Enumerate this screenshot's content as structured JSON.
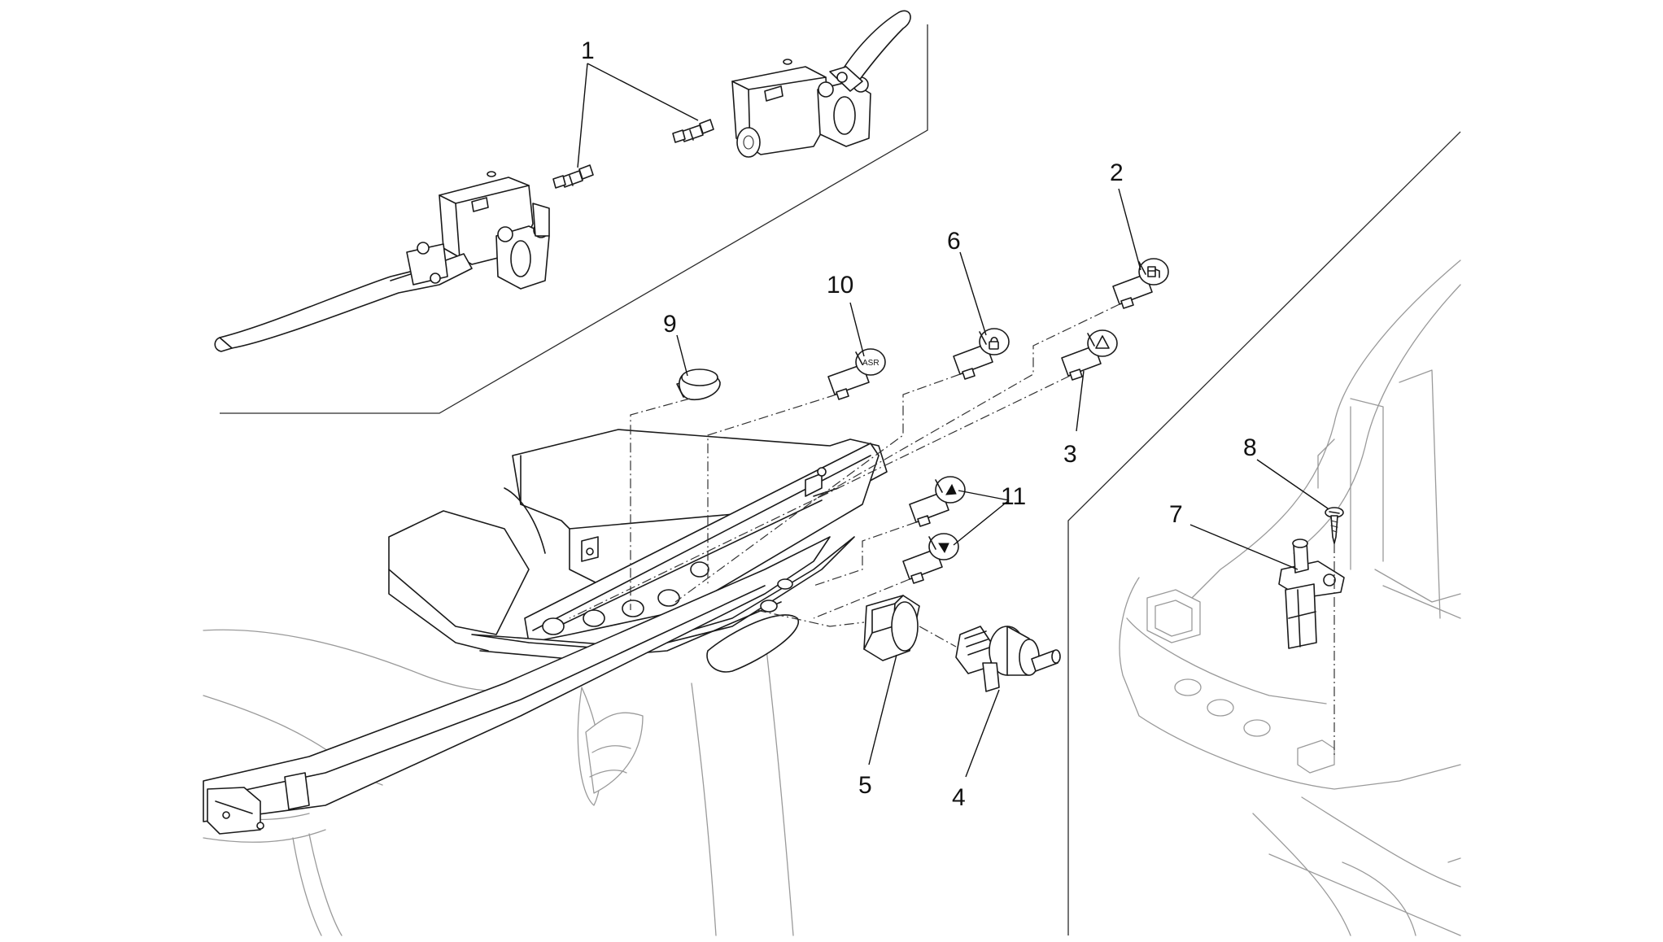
{
  "callouts": {
    "c1": "1",
    "c2": "2",
    "c3": "3",
    "c4": "4",
    "c5": "5",
    "c6": "6",
    "c7": "7",
    "c8": "8",
    "c9": "9",
    "c10": "10",
    "c11": "11"
  },
  "button_symbols": {
    "asr": "ASR"
  }
}
